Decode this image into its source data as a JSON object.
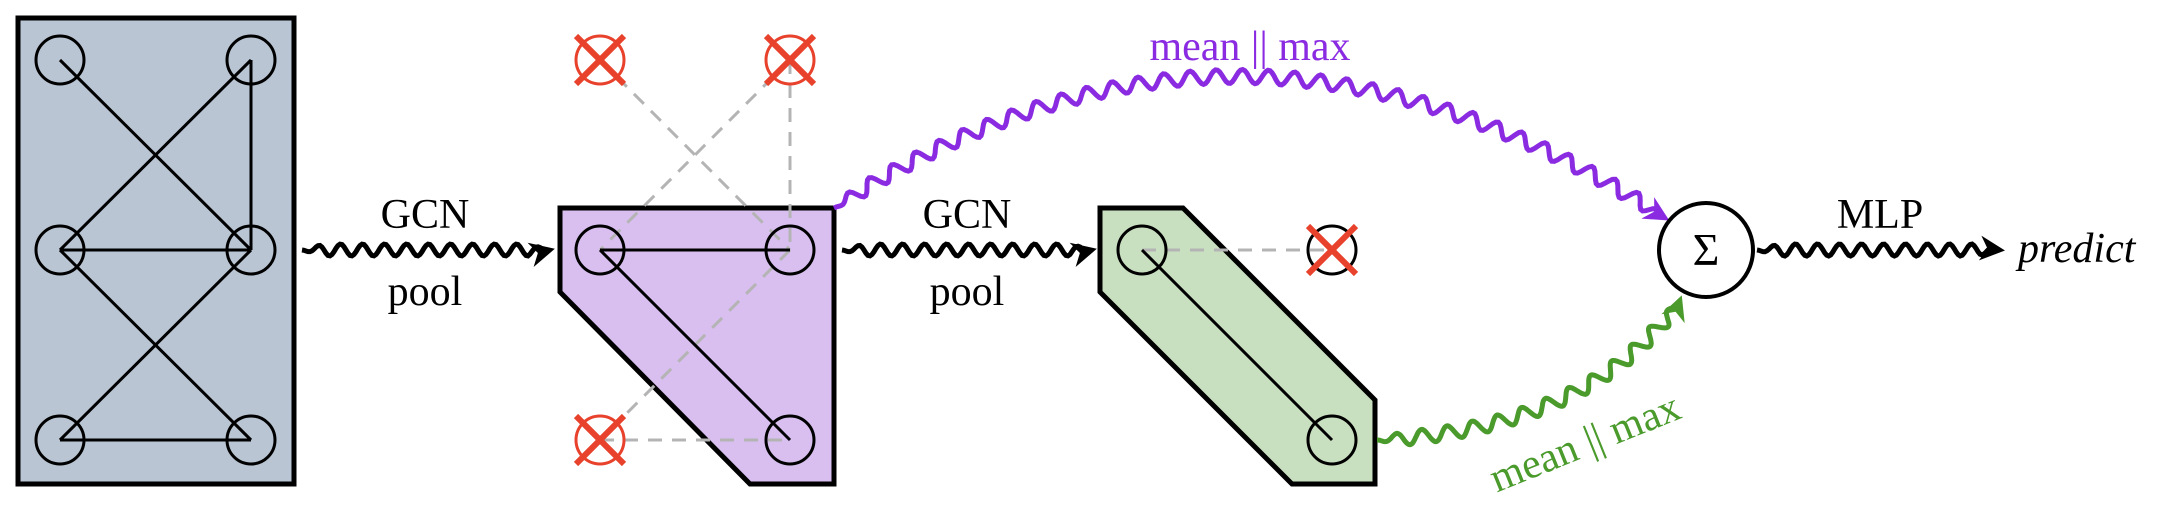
{
  "colors": {
    "graph_fill": "#b9c5d3",
    "pool1_fill": "#d9bff0",
    "pool2_fill": "#c8dfc0",
    "purple": "#8a2be2",
    "green": "#4a9a2c",
    "dropped": "#e8412c",
    "gray_dash": "#b4b4b4"
  },
  "labels": {
    "gcn1": "GCN",
    "pool1": "pool",
    "gcn2": "GCN",
    "pool2": "pool",
    "readout_top": "mean || max",
    "readout_bottom": "mean || max",
    "sum_symbol": "Σ",
    "mlp": "MLP",
    "predict": "predict"
  },
  "icons": [
    "removed-node-cross-icon",
    "arrow-head-icon",
    "summation-icon"
  ]
}
